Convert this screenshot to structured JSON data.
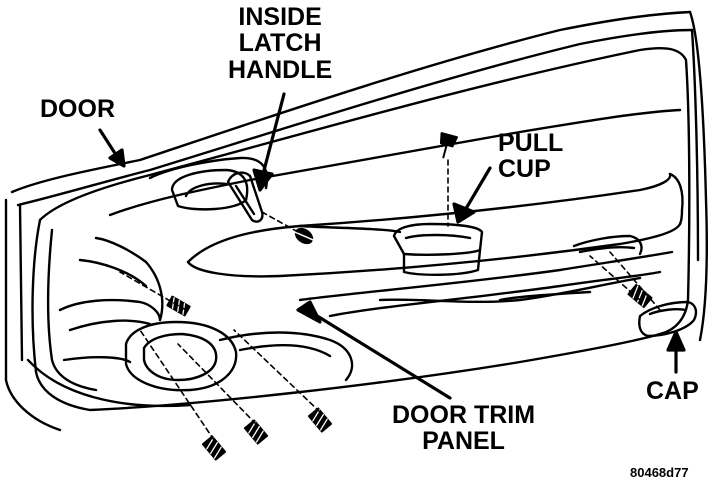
{
  "labels": {
    "inside_latch_handle": [
      "INSIDE",
      "LATCH",
      "HANDLE"
    ],
    "door": "DOOR",
    "pull_cup": [
      "PULL",
      "CUP"
    ],
    "door_trim_panel": [
      "DOOR TRIM",
      "PANEL"
    ],
    "cap": "CAP",
    "figure_code": "80468d77"
  },
  "colors": {
    "ink": "#000000",
    "paper": "#ffffff"
  }
}
